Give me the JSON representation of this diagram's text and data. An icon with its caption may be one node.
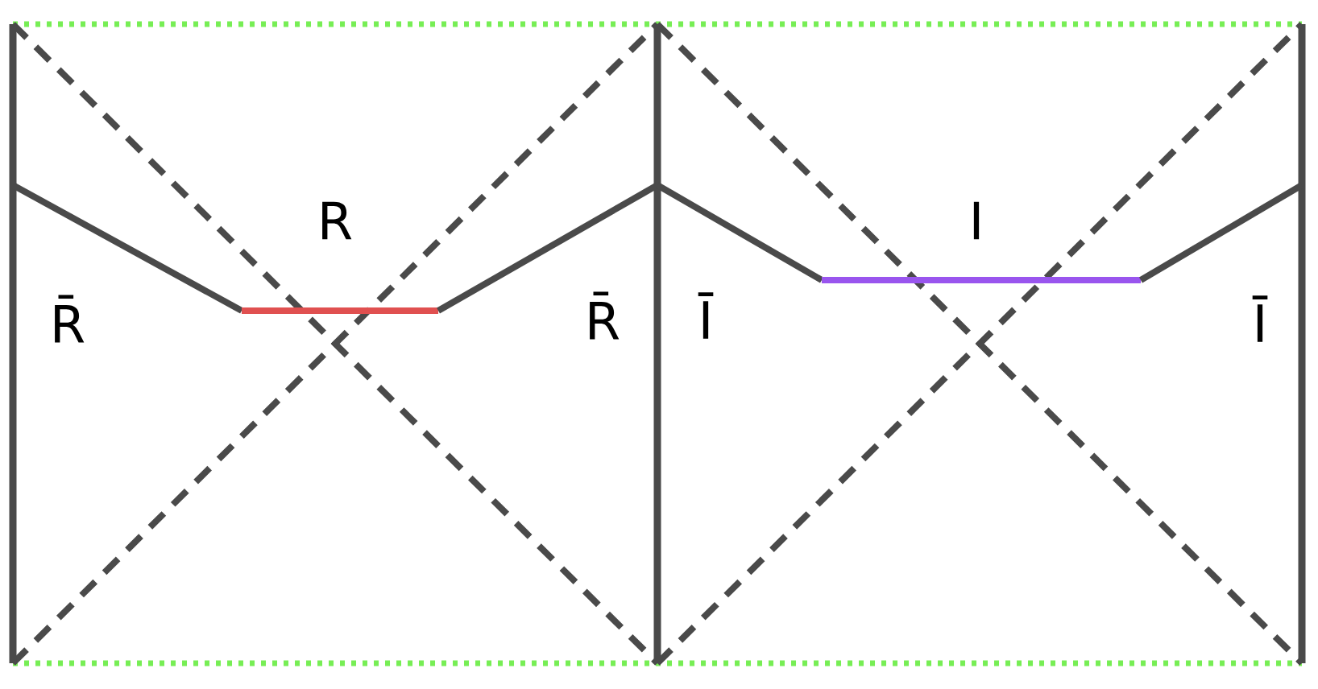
{
  "diagram": {
    "labels": [
      "R",
      "R̄",
      "R̄",
      "Ī",
      "I",
      "Ī"
    ]
  }
}
